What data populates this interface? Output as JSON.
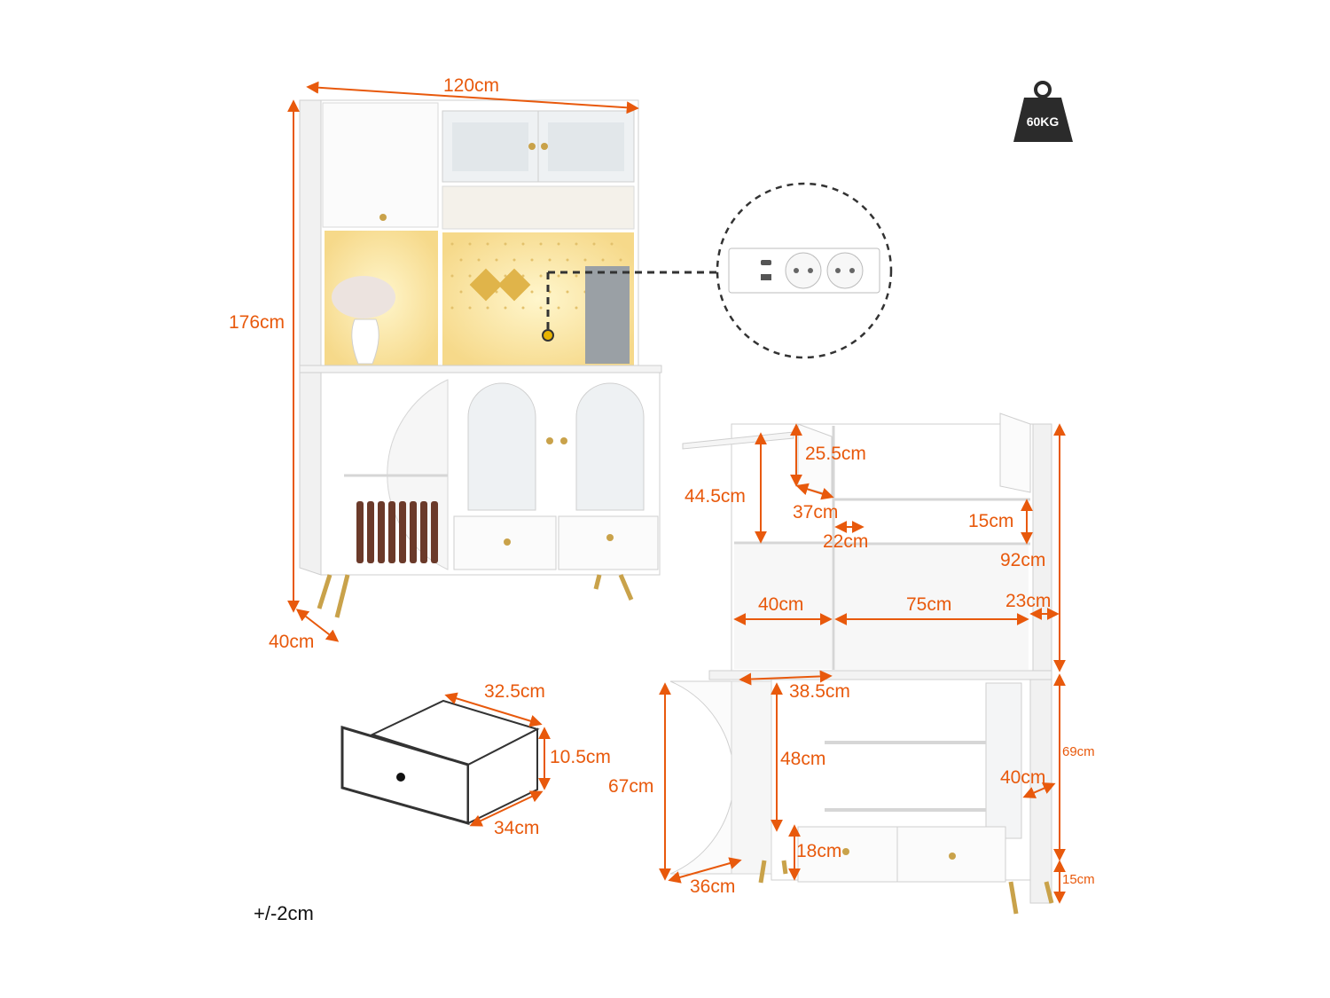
{
  "colors": {
    "dimension": "#e8590c",
    "cabinet": "#ffffff",
    "cabinet_edge": "#c9c9c9",
    "led_glow": "#fff0b8",
    "gold": "#c9a24a",
    "weight_badge": "#2b2b2b"
  },
  "weight": {
    "label": "60KG",
    "icon": "weight-icon"
  },
  "tolerance": "+/-2cm",
  "overall": {
    "width": "120cm",
    "height": "176cm",
    "depth": "40cm"
  },
  "drawer": {
    "width": "32.5cm",
    "height": "10.5cm",
    "depth": "34cm"
  },
  "socket": {
    "icon": "power-socket-icon"
  },
  "interior": {
    "top_door_height": "25.5cm",
    "upper_left_height": "44.5cm",
    "upper_left_width": "37cm",
    "shelf_depth": "22cm",
    "open_shelf_height": "15cm",
    "hutch_height": "92cm",
    "left_bay_width": "40cm",
    "right_bay_width": "75cm",
    "hutch_depth": "23cm",
    "counter_width": "38.5cm",
    "left_door_height": "48cm",
    "base_height_left": "67cm",
    "base_depth_right": "40cm",
    "base_height_right": "69cm",
    "drawer_front_height": "18cm",
    "base_depth_left": "36cm",
    "leg_height": "15cm"
  }
}
